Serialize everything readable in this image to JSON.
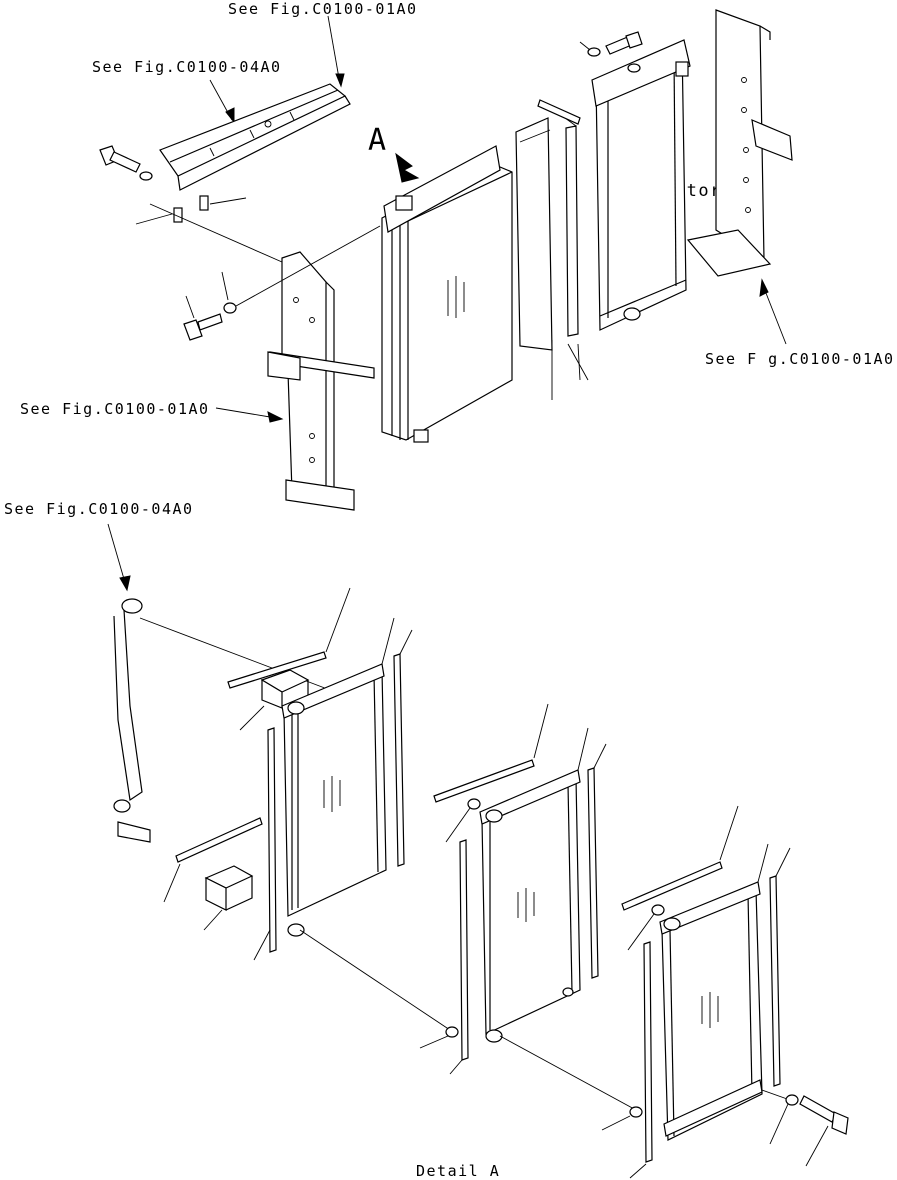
{
  "labels": {
    "see_fig_top": "See Fig.C0100-01A0",
    "see_fig_second": "See Fig.C0100-04A0",
    "see_fig_left_mid": "See Fig.C0100-01A0",
    "see_fig_right": "See F g.C0100-01A0",
    "see_fig_bottom_left": "See Fig.C0100-04A0",
    "radiator": "Radiator",
    "view_a": "A",
    "detail_a": "Detail A"
  }
}
